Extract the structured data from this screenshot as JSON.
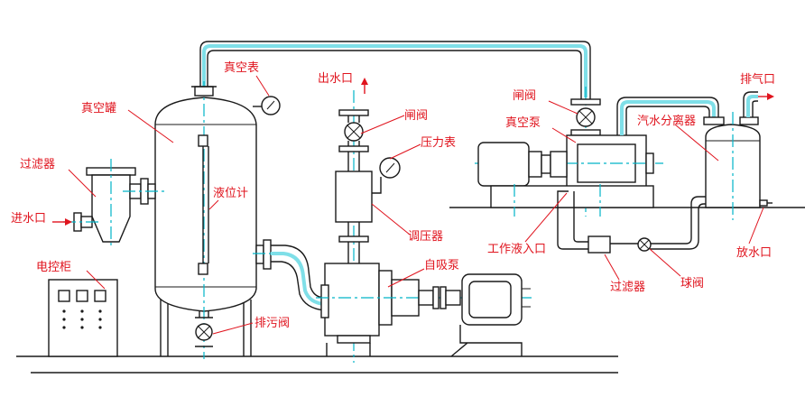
{
  "diagram": {
    "labels": {
      "vacuum_gauge": "真空表",
      "water_outlet": "出水口",
      "gate_valve_left": "闸阀",
      "vacuum_tank": "真空罐",
      "pressure_gauge": "压力表",
      "filter_left": "过滤器",
      "level_gauge": "液位计",
      "water_inlet": "进水口",
      "pressure_regulator": "调压器",
      "control_cabinet": "电控柜",
      "self_priming_pump": "自吸泵",
      "drain_valve": "排污阀",
      "gate_valve_right": "闸阀",
      "vacuum_pump": "真空泵",
      "steam_water_separator": "汽水分离器",
      "exhaust_port": "排气口",
      "working_fluid_inlet": "工作液入口",
      "filter_right": "过滤器",
      "ball_valve": "球阀",
      "drain_outlet": "放水口"
    },
    "colors": {
      "label": "#e0141e",
      "line": "#1a1a1a",
      "centerline": "#00b3c7",
      "pipe": "#7fdfe8"
    }
  }
}
